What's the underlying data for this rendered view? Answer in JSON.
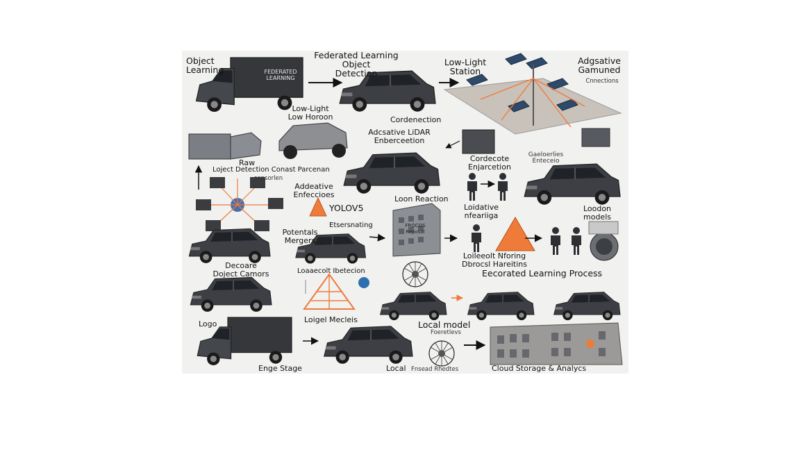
{
  "colors": {
    "background": "#f1f1f0",
    "vehicle_body": "#3d3f44",
    "vehicle_window": "#1f2227",
    "accent": "#ee7b3a",
    "building": "#8c8f94",
    "arrow": "#111111"
  },
  "labels": {
    "object_learning": "Object\nLearning",
    "federated_title": "Federated Learning\nObject\nDetection",
    "low_light_station": "Low-Light\nStation",
    "adaptive_gamuned": "Adgsative\nGamuned",
    "adaptive_gamuned_sub": "Cnnections",
    "condensation": "Cordenection",
    "low_light_low_horizon": "Low-Light\nLow Horoon",
    "adaptive_lidar": "Adcsative LiDAR\nEnberceetion",
    "raw": "Raw",
    "detection_const": "Loject Detection Conast Parcenan",
    "detection_const_sub": "sensorlen",
    "adaptive_enforcers": "Addeative\nEnfeccioes",
    "yolov5": "YOLOV5",
    "cordecote": "Cordecote\nEnjarcetion",
    "gateways": "Gaeloerlies\nEnteceio",
    "loon_reaction": "Loon Reaction",
    "loidative": "Loidative\nnfeariiga",
    "loodon_models": "Loodon\nmodels",
    "potentials_mergers": "Potentals\nMergers",
    "networking": "Etsersnating",
    "local_filtering": "Loileeolt Nforing\nDbrocsl Hareitins",
    "decoder_cameras": "Decoare\nDoject Camors",
    "local_detection": "Loaaecolt Ibetecion",
    "federated_process": "Eecorated Learning Process",
    "logo_title": "Logo",
    "logo_models": "Loigel Mecleis",
    "local_model": "Local model",
    "local_model_sub": "Foeretlevs",
    "edge_stage": "Enge Stage",
    "local_model_bottom": "Local",
    "local_model_bottom_sub": "Fnsead Rhedtes",
    "cloud_storage": "Cloud Storage  &  Analycs"
  },
  "side_text": {
    "truck_label": "FEDERATED\nLEARNING",
    "building_label": "FROCOS\nReposal"
  }
}
